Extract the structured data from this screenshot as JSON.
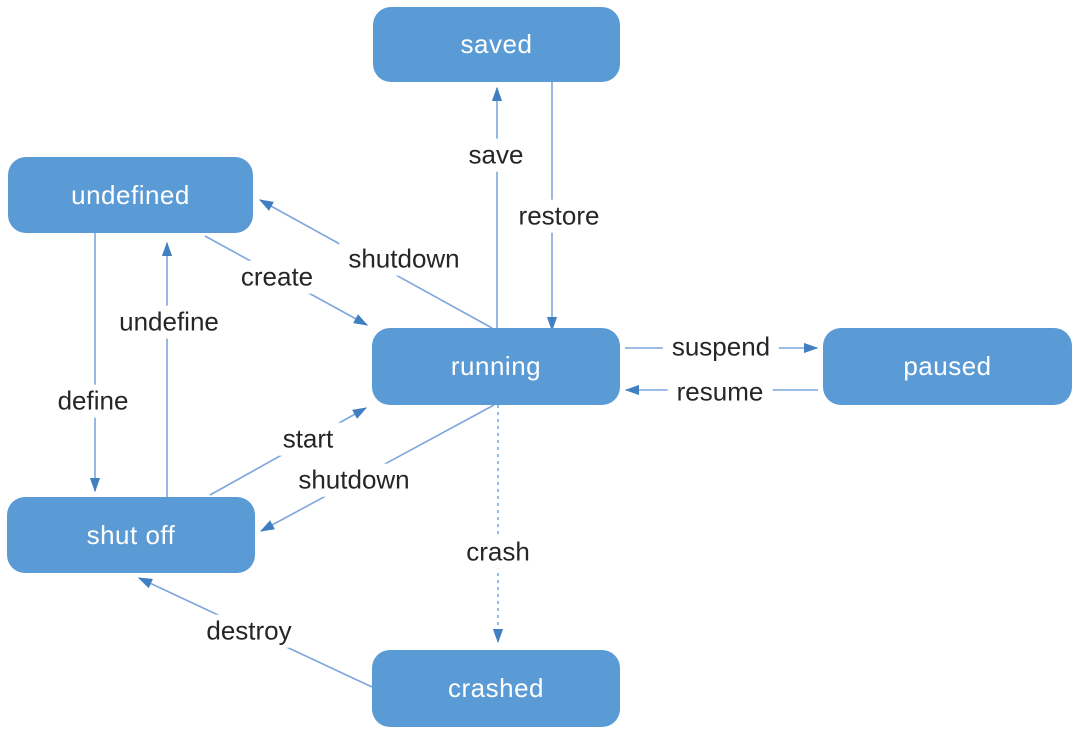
{
  "diagram": {
    "type": "state-transition-diagram",
    "background_color": "#ffffff",
    "node_fill_color": "#5b9bd5",
    "node_text_color": "#ffffff",
    "edge_line_color": "#7ca6dc",
    "arrowhead_color": "#4180c0",
    "edge_label_color": "#262626"
  },
  "nodes": [
    {
      "id": "saved",
      "label": "saved"
    },
    {
      "id": "undefined",
      "label": "undefined"
    },
    {
      "id": "running",
      "label": "running"
    },
    {
      "id": "paused",
      "label": "paused"
    },
    {
      "id": "shut-off",
      "label": "shut off"
    },
    {
      "id": "crashed",
      "label": "crashed"
    }
  ],
  "edges": [
    {
      "label": "save",
      "from": "running",
      "to": "saved",
      "line_style": "solid"
    },
    {
      "label": "restore",
      "from": "saved",
      "to": "running",
      "line_style": "solid"
    },
    {
      "label": "create",
      "from": "undefined",
      "to": "running",
      "line_style": "solid"
    },
    {
      "label": "shutdown",
      "from": "running",
      "to": "undefined",
      "line_style": "solid"
    },
    {
      "label": "suspend",
      "from": "running",
      "to": "paused",
      "line_style": "solid"
    },
    {
      "label": "resume",
      "from": "paused",
      "to": "running",
      "line_style": "solid"
    },
    {
      "label": "undefine",
      "from": "shut-off",
      "to": "undefined",
      "line_style": "solid"
    },
    {
      "label": "define",
      "from": "undefined",
      "to": "shut-off",
      "line_style": "solid"
    },
    {
      "label": "start",
      "from": "shut-off",
      "to": "running",
      "line_style": "solid"
    },
    {
      "label": "shutdown",
      "from": "running",
      "to": "shut-off",
      "line_style": "solid"
    },
    {
      "label": "crash",
      "from": "running",
      "to": "crashed",
      "line_style": "dashed"
    },
    {
      "label": "destroy",
      "from": "crashed",
      "to": "shut-off",
      "line_style": "solid"
    }
  ]
}
